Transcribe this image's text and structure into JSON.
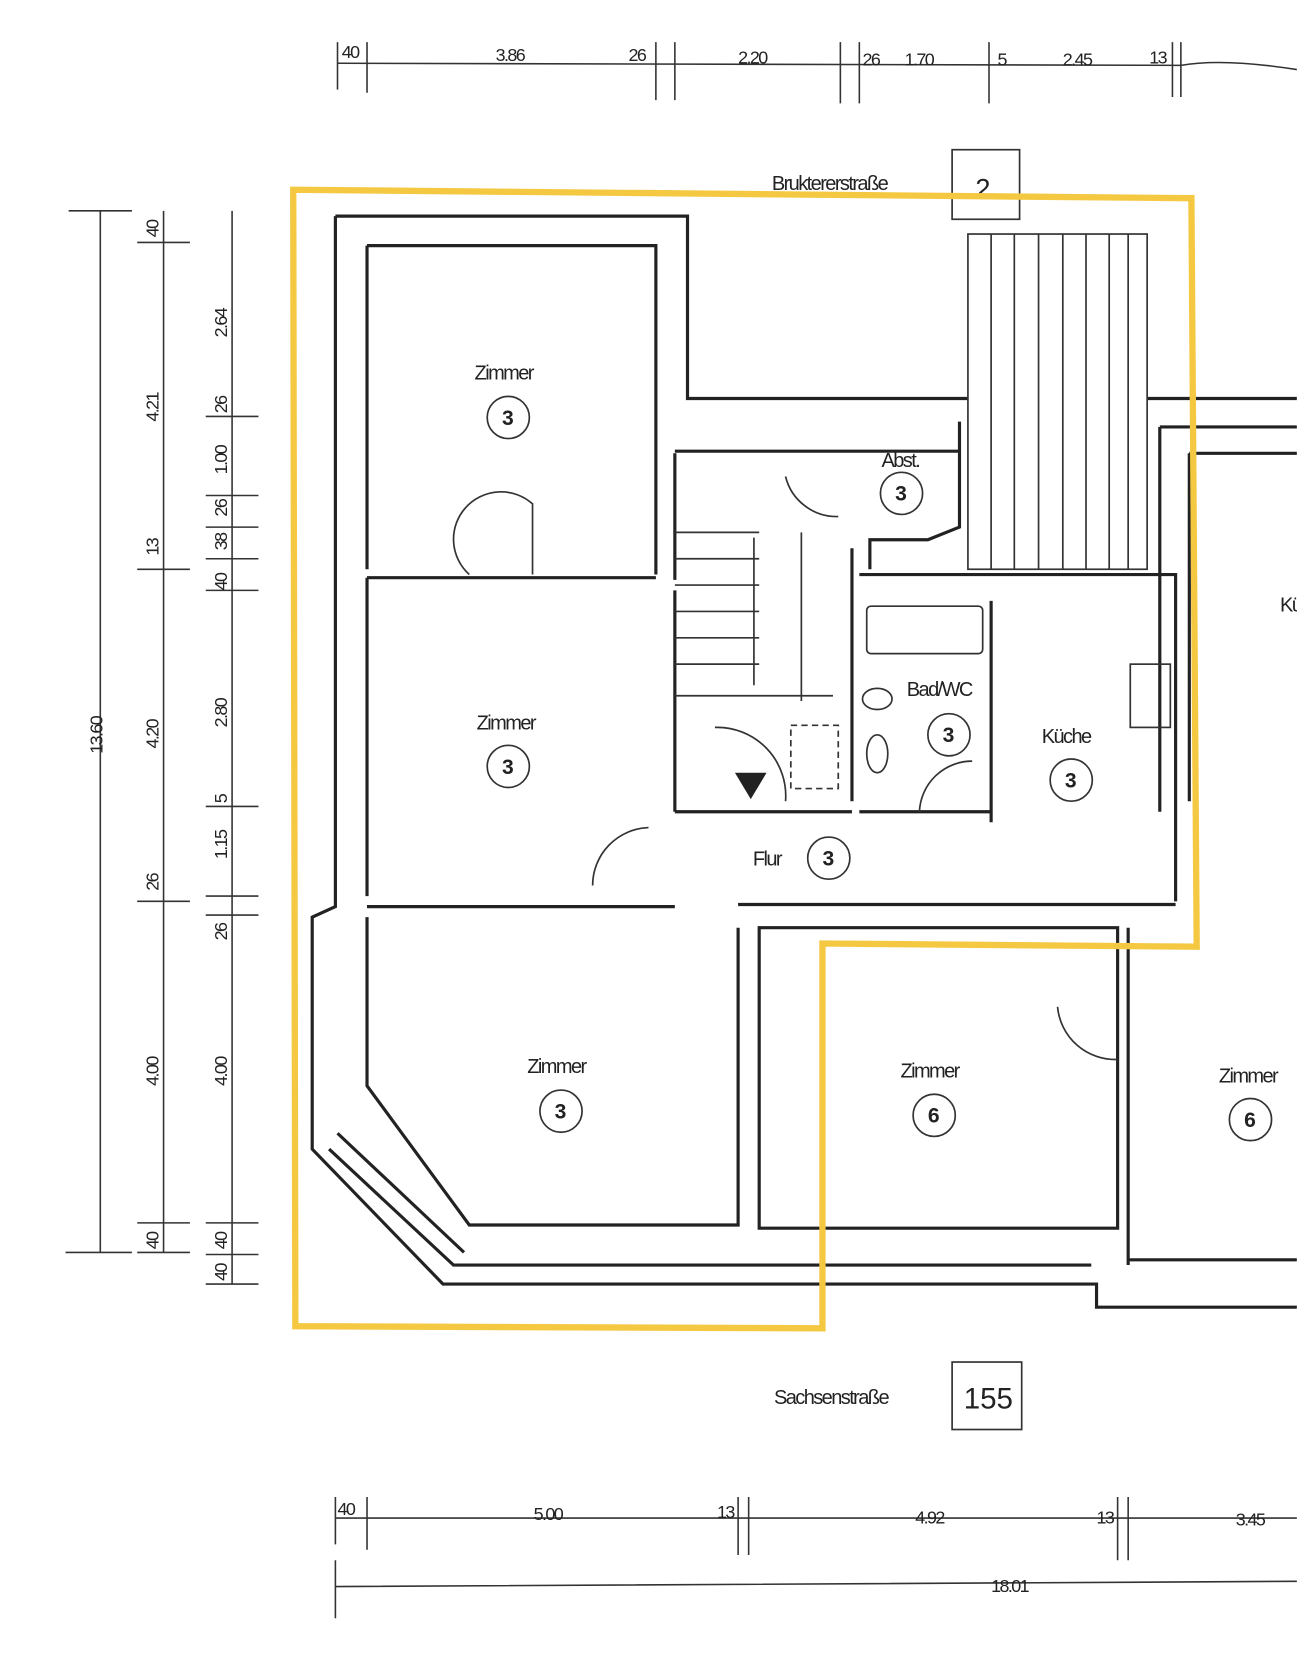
{
  "streets": {
    "top": {
      "name": "Brukterer­straße",
      "number": "2"
    },
    "bottom": {
      "name": "Sachsenstraße",
      "number": "155"
    }
  },
  "rooms": [
    {
      "label": "Zimmer",
      "unit": "3"
    },
    {
      "label": "Zimmer",
      "unit": "3"
    },
    {
      "label": "Zimmer",
      "unit": "3"
    },
    {
      "label": "Abst.",
      "unit": "3"
    },
    {
      "label": "Bad/WC",
      "unit": "3"
    },
    {
      "label": "Küche",
      "unit": "3"
    },
    {
      "label": "Flur",
      "unit": "3"
    },
    {
      "label": "Zimmer",
      "unit": "6"
    },
    {
      "label": "Zimmer",
      "unit": "6"
    },
    {
      "label": "Kü",
      "unit": ""
    }
  ],
  "dimensions": {
    "top": [
      "40",
      "3.86",
      "26",
      "2.20",
      "26",
      "1.70",
      "5",
      "2.45",
      "13"
    ],
    "bottom": [
      "40",
      "5.00",
      "13",
      "4.92",
      "13",
      "3.45"
    ],
    "bottom_total": "18.01",
    "left_total": "13.60",
    "left_mid": [
      "40",
      "4.21",
      "13",
      "4.20",
      "26",
      "4.00",
      "40"
    ],
    "left_inner": [
      "2.64",
      "26",
      "1.00",
      "26",
      "38",
      "40",
      "2.80",
      "5",
      "1.15",
      "26",
      "4.00",
      "40",
      "40"
    ]
  },
  "highlight_color": "#f5c842"
}
